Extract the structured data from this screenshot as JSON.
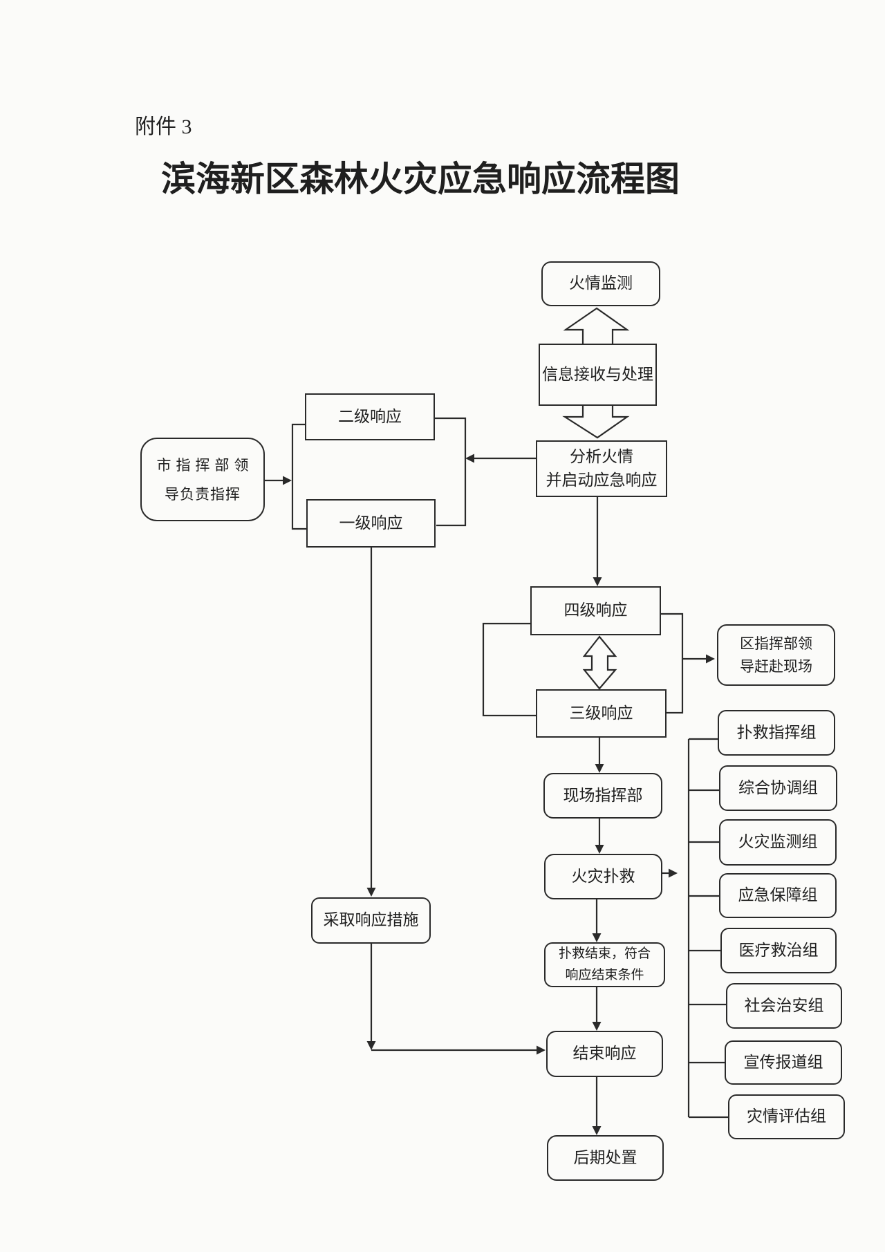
{
  "page": {
    "attachment_label": "附件 3",
    "title": "滨海新区森林火灾应急响应流程图"
  },
  "colors": {
    "background": "#fbfbf9",
    "line": "#2a2a2a",
    "text": "#1f1f1f"
  },
  "nodes": {
    "fire_monitoring": "火情监测",
    "info_processing": "信息接收与处理",
    "analyze_line1": "分析火情",
    "analyze_line2": "并启动应急响应",
    "level2": "二级响应",
    "level1": "一级响应",
    "city_cmd_line1": "市指挥部领",
    "city_cmd_line2": "导负责指挥",
    "level4": "四级响应",
    "level3": "三级响应",
    "district_cmd_line1": "区指挥部领",
    "district_cmd_line2": "导赶赴现场",
    "onsite_cmd": "现场指挥部",
    "firefighting": "火灾扑救",
    "measures": "采取响应措施",
    "end_condition_line1": "扑救结束，符合",
    "end_condition_line2": "响应结束条件",
    "end_response": "结束响应",
    "post_disposal": "后期处置",
    "groups": [
      "扑救指挥组",
      "综合协调组",
      "火灾监测组",
      "应急保障组",
      "医疗救治组",
      "社会治安组",
      "宣传报道组",
      "灾情评估组"
    ]
  },
  "flow": {
    "edges": [
      {
        "from": "信息接收与处理",
        "to": "火情监测",
        "style": "block-arrow"
      },
      {
        "from": "信息接收与处理",
        "to": "分析火情并启动应急响应",
        "style": "block-arrow"
      },
      {
        "from": "分析火情并启动应急响应",
        "to": "二级响应/一级响应",
        "style": "arrow"
      },
      {
        "from": "市指挥部领导负责指挥",
        "to": "二级响应/一级响应",
        "style": "arrow"
      },
      {
        "from": "分析火情并启动应急响应",
        "to": "四级响应",
        "style": "arrow"
      },
      {
        "from": "四级响应",
        "to": "三级响应",
        "style": "double-block-arrow"
      },
      {
        "from": "四级响应/三级响应",
        "to": "区指挥部领导赶赴现场",
        "style": "arrow"
      },
      {
        "from": "三级响应",
        "to": "现场指挥部",
        "style": "arrow"
      },
      {
        "from": "现场指挥部",
        "to": "火灾扑救",
        "style": "arrow"
      },
      {
        "from": "火灾扑救",
        "to": "扑救指挥组/综合协调组/火灾监测组/应急保障组/医疗救治组/社会治安组/宣传报道组/灾情评估组",
        "style": "arrow-bracket"
      },
      {
        "from": "火灾扑救",
        "to": "扑救结束，符合响应结束条件",
        "style": "arrow"
      },
      {
        "from": "扑救结束，符合响应结束条件",
        "to": "结束响应",
        "style": "arrow"
      },
      {
        "from": "一级响应",
        "to": "采取响应措施",
        "style": "arrow"
      },
      {
        "from": "采取响应措施",
        "to": "结束响应",
        "style": "arrow"
      },
      {
        "from": "结束响应",
        "to": "后期处置",
        "style": "arrow"
      }
    ]
  }
}
